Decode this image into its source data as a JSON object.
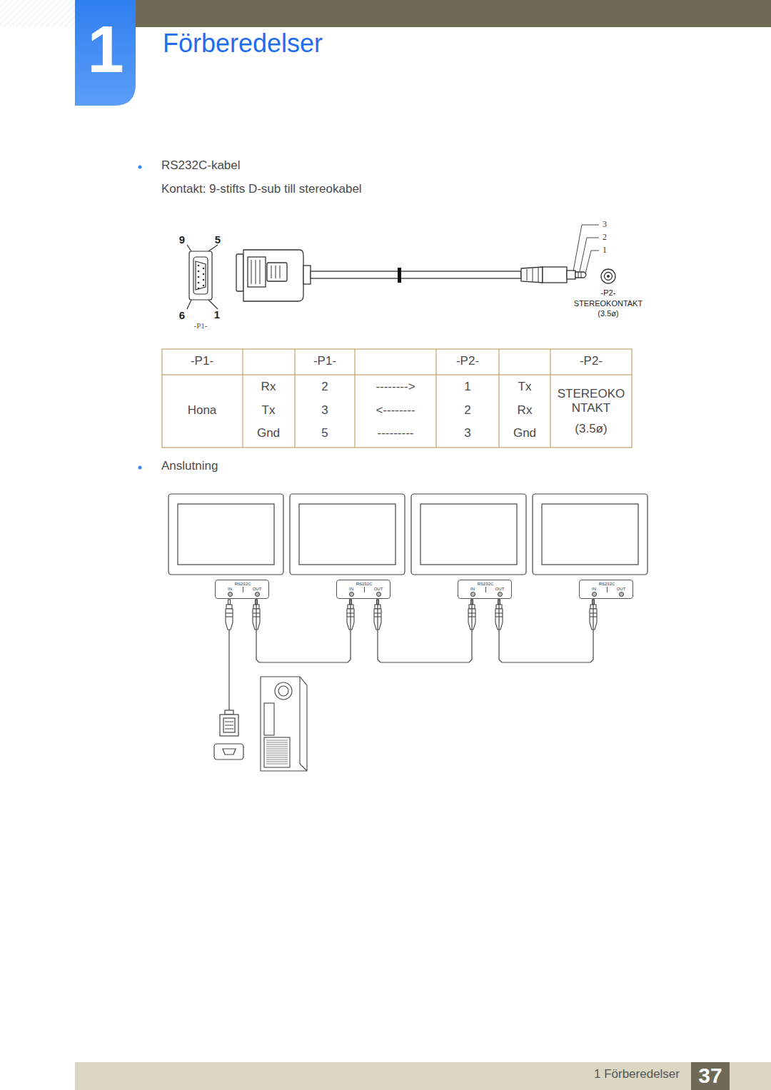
{
  "diagram": {
    "title": "Förberedelser",
    "nodes": [
      {
        "text": [
          "RS232C",
          "IN",
          "OUT"
        ]
      },
      {
        "text": [
          "RS232C",
          "IN",
          "OUT"
        ]
      },
      {
        "text": [
          "RS232C",
          "IN",
          "OUT"
        ]
      },
      {
        "text": [
          "RS232C",
          "IN",
          "OUT"
        ]
      }
    ],
    "edges": [
      {
        "from": 0,
        "to": 1,
        "arrow": "none"
      },
      {
        "from": 1,
        "to": 2,
        "arrow": "none"
      },
      {
        "from": 2,
        "to": 3,
        "arrow": "none"
      }
    ],
    "labels": [
      "1",
      "RS232C-kabel",
      "Kontakt: 9-stifts D-sub till stereokabel",
      "9",
      "5",
      "6",
      "1",
      "-P1-",
      "3",
      "2",
      "1",
      "-P2-",
      "STEREOKONTAKT",
      "(3.5ø)",
      "-P1-",
      "-P1-",
      "-P2-",
      "-P2-",
      "Hona",
      "Rx",
      "Tx",
      "Gnd",
      "2",
      "3",
      "5",
      "-------->",
      "<--------",
      "---------",
      "1",
      "2",
      "3",
      "Tx",
      "Rx",
      "Gnd",
      "STEREOKO NTAKT",
      "(3.5ø)",
      "Anslutning",
      "1 Förberedelser",
      "37"
    ]
  }
}
